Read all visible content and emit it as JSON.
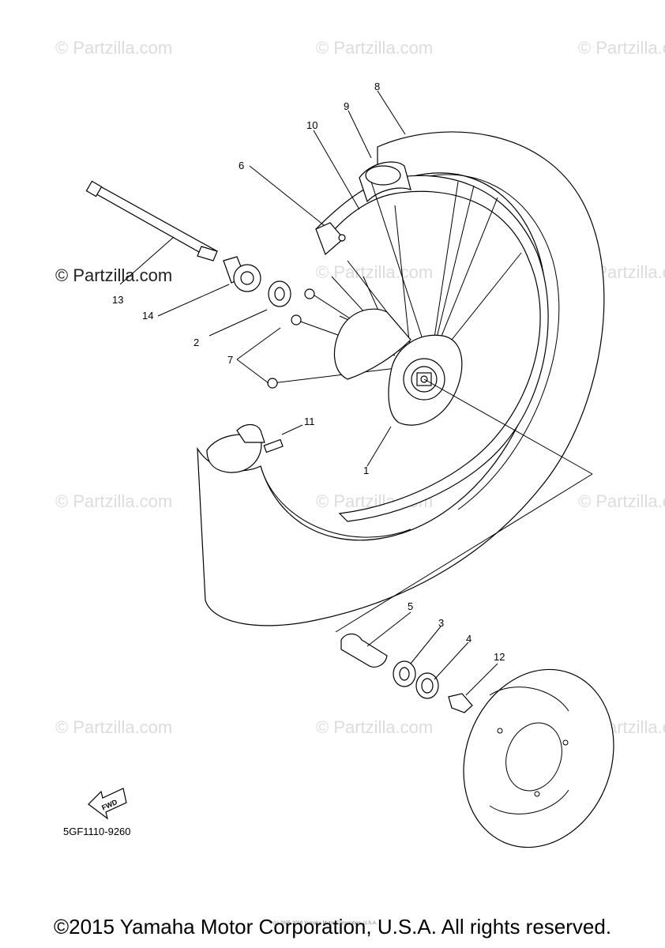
{
  "watermark": {
    "text": "© Partzilla.com",
    "strong_text": "© Partzilla.com"
  },
  "callouts": {
    "c1": "1",
    "c2": "2",
    "c3": "3",
    "c4": "4",
    "c5": "5",
    "c6": "6",
    "c7": "7",
    "c8": "8",
    "c9": "9",
    "c10": "10",
    "c11": "11",
    "c12": "12",
    "c13": "13",
    "c14": "14"
  },
  "fwd_label": "FWD",
  "diagram_code": "5GF1110-9260",
  "small_copyright": "(c) 2005-2016 Yamaha Motor Corporation, U.S.A.",
  "footer": "©2015 Yamaha Motor Corporation, U.S.A. All rights reserved."
}
